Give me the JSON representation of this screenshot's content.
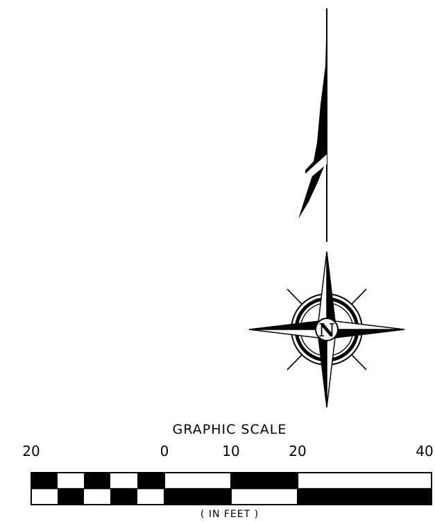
{
  "north_arrow": {
    "icon": "north-arrow-icon"
  },
  "compass_rose": {
    "icon": "compass-rose-icon",
    "center_letter": "N"
  },
  "scale_bar": {
    "title": "GRAPHIC SCALE",
    "units": "( IN FEET )",
    "ticks": [
      {
        "value": 20,
        "label": "20"
      },
      {
        "value": 0,
        "label": "0"
      },
      {
        "value": 10,
        "label": "10"
      },
      {
        "value": 20,
        "label": "20"
      },
      {
        "value": 40,
        "label": "40"
      }
    ],
    "colors": {
      "fill": "#000000",
      "background": "#ffffff"
    }
  }
}
